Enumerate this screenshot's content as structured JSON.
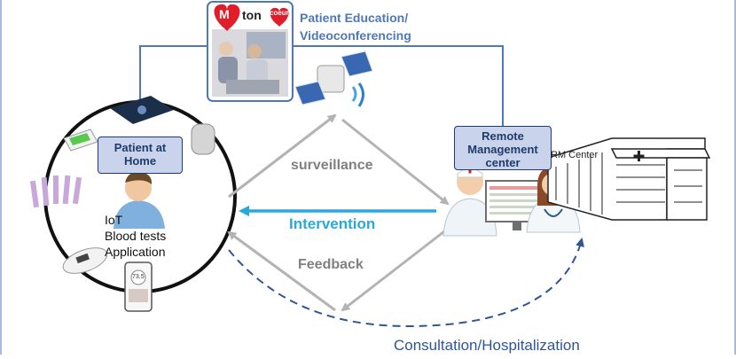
{
  "brand": {
    "logo_letter": "M",
    "logo_word": "ton",
    "logo_heart_word": "coeur"
  },
  "education_label": {
    "line1": "Patient Education/",
    "line2": "Videoconferencing"
  },
  "patient_box": {
    "line1": "Patient at",
    "line2": "Home"
  },
  "patient_items": [
    "IoT",
    "Blood tests",
    "Application"
  ],
  "remote_box": {
    "line1": "Remote",
    "line2": "Management",
    "line3": "center"
  },
  "building_sign": "RM Center",
  "phone_reading": "73.5",
  "flows": {
    "surveillance": "surveillance",
    "intervention": "Intervention",
    "feedback": "Feedback",
    "consultation": "Consultation/Hospitalization"
  },
  "colors": {
    "navy": "#1f3a6b",
    "link_blue": "#4f78b8",
    "arrow_gray": "#b3b3b3",
    "intervention_blue": "#29a8e0",
    "label_gray": "#808080",
    "dashed_blue": "#2f5597"
  }
}
